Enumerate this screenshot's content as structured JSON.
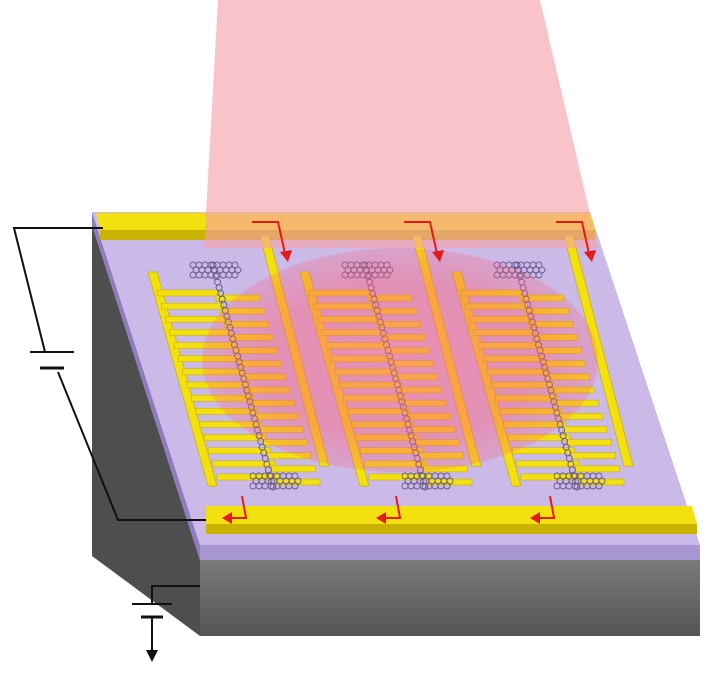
{
  "figure": {
    "colors": {
      "background": "#ffffff",
      "substrate_top": "#c8b4e6",
      "substrate_side": "#9d88c9",
      "base_block_front": "#6b6b6b",
      "base_block_side": "#4a4a4a",
      "electrode": "#f3e10f",
      "electrode_edge": "#c9b300",
      "laser_beam": "#f7a7ae",
      "laser_spot": "#ff5f78",
      "current_arrow": "#e51a1a",
      "wire": "#111111",
      "graphene_ring": "#6a5a8f"
    },
    "components": [
      "laser-beam",
      "laser-spot",
      "substrate",
      "top-bus-electrode",
      "bottom-bus-electrode",
      "interdigitated-finger-electrodes",
      "graphene-ribbons",
      "current-direction-arrows",
      "battery",
      "ground-battery",
      "ground-arrow"
    ],
    "counts": {
      "device_units": 3,
      "fingers_per_side": 15
    }
  }
}
